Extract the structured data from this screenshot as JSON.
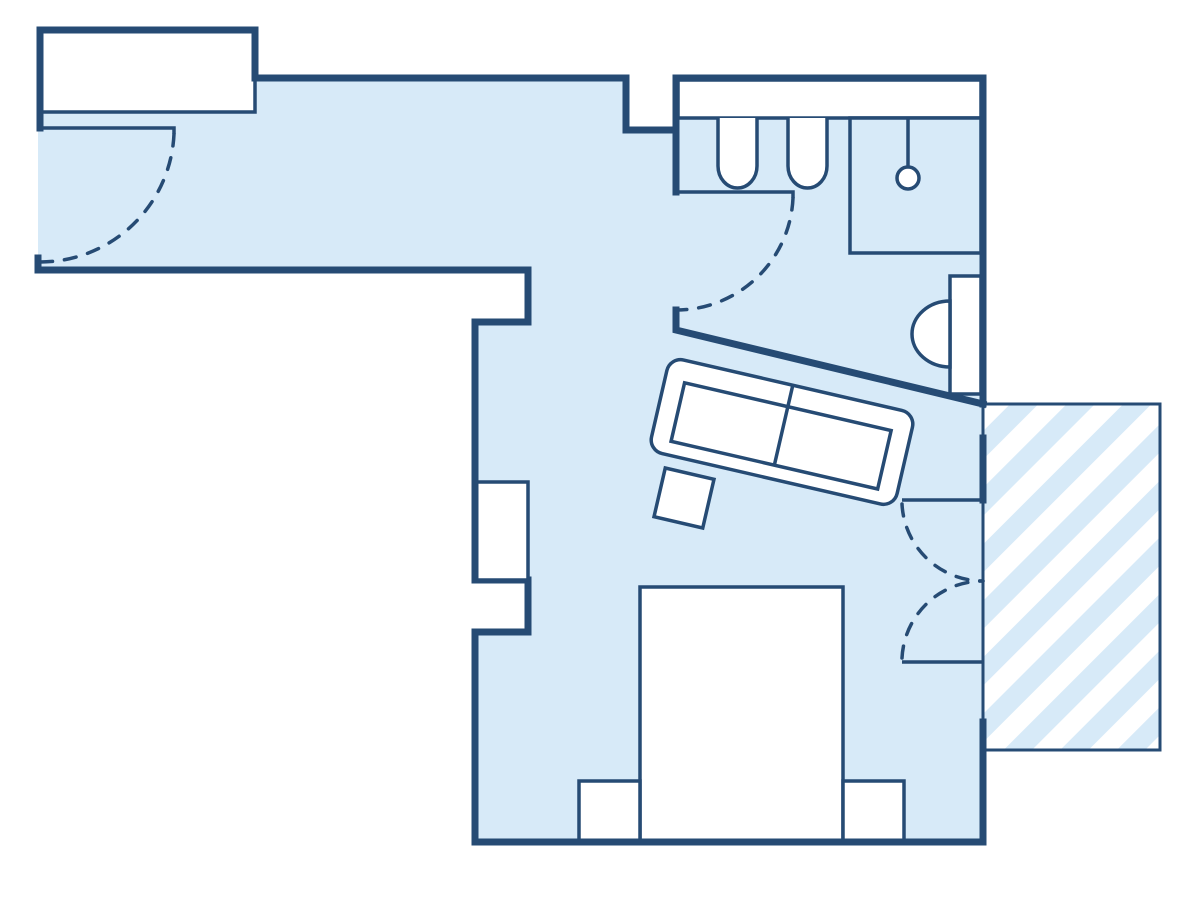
{
  "plan": {
    "colors": {
      "wall": "#264b74",
      "floor": "#d7eaf8",
      "furniture": "#ffffff"
    },
    "rooms": [
      "corridor",
      "bathroom",
      "living-bedroom",
      "balcony"
    ]
  }
}
